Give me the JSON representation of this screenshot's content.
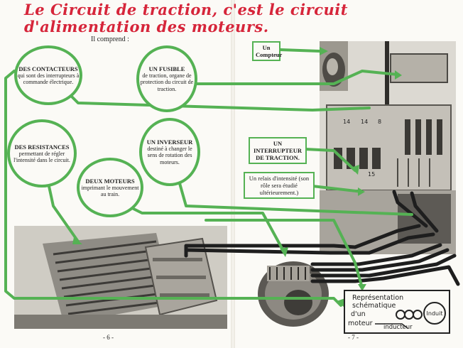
{
  "title": "Le Circuit de traction, c'est le circuit d'alimentation des moteurs.",
  "intro": "Il comprend :",
  "components": {
    "contacteurs": {
      "heading": "DES CONTACTEURS",
      "desc": "qui sont des interrupteurs à commande électrique."
    },
    "fusible": {
      "heading": "UN FUSIBLE",
      "desc": "de traction, organe de protection du circuit de traction."
    },
    "resistances": {
      "heading": "DES RESISTANCES",
      "desc": "permettant de régler l'intensité dans le circuit."
    },
    "inverseur": {
      "heading": "UN INVERSEUR",
      "desc": "destiné à changer le sens de rotation des moteurs."
    },
    "moteurs": {
      "heading": "DEUX MOTEURS",
      "desc": "imprimant le mouvement au train."
    }
  },
  "labels": {
    "compteur": "Un Compteur",
    "interrupteur": "UN INTERRUPTEUR DE TRACTION.",
    "relais": "Un relais d'intensité (son rôle sera étudié ultérieurement.)"
  },
  "panel_numbers": {
    "n14a": "14",
    "n14b": "14",
    "n8": "8",
    "n15": "15"
  },
  "schema": {
    "line1": "Représentation",
    "line2": "schématique",
    "line3": "d'un",
    "line4": "moteur",
    "inducteur": "inducteur",
    "induit": "Induit"
  },
  "page_numbers": {
    "left": "- 6 -",
    "right": "- 7 -"
  },
  "colors": {
    "title": "#d6253a",
    "wire": "#55b254",
    "cable": "#1e1e1e"
  }
}
